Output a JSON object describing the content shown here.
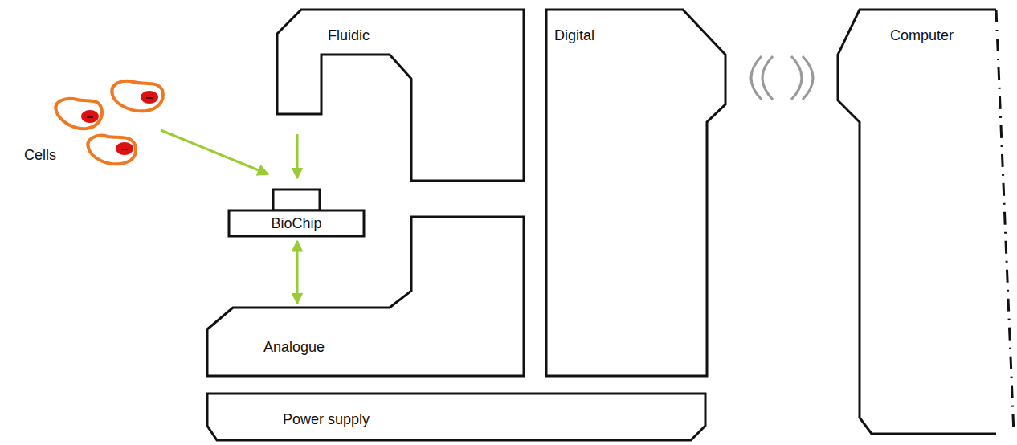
{
  "diagram": {
    "nodes": [
      {
        "text": [
          "Fluidic"
        ]
      },
      {
        "text": [
          "Digital"
        ]
      },
      {
        "text": [
          "Computer"
        ]
      },
      {
        "text": [
          "BioChip"
        ]
      },
      {
        "text": [
          "Analogue"
        ]
      },
      {
        "text": [
          "Power supply"
        ]
      }
    ],
    "edges": [
      {
        "from": 0,
        "to": 3,
        "arrow": "to"
      },
      {
        "from": 3,
        "to": 4,
        "arrow": "both"
      }
    ],
    "labels": [
      "Cells"
    ]
  }
}
